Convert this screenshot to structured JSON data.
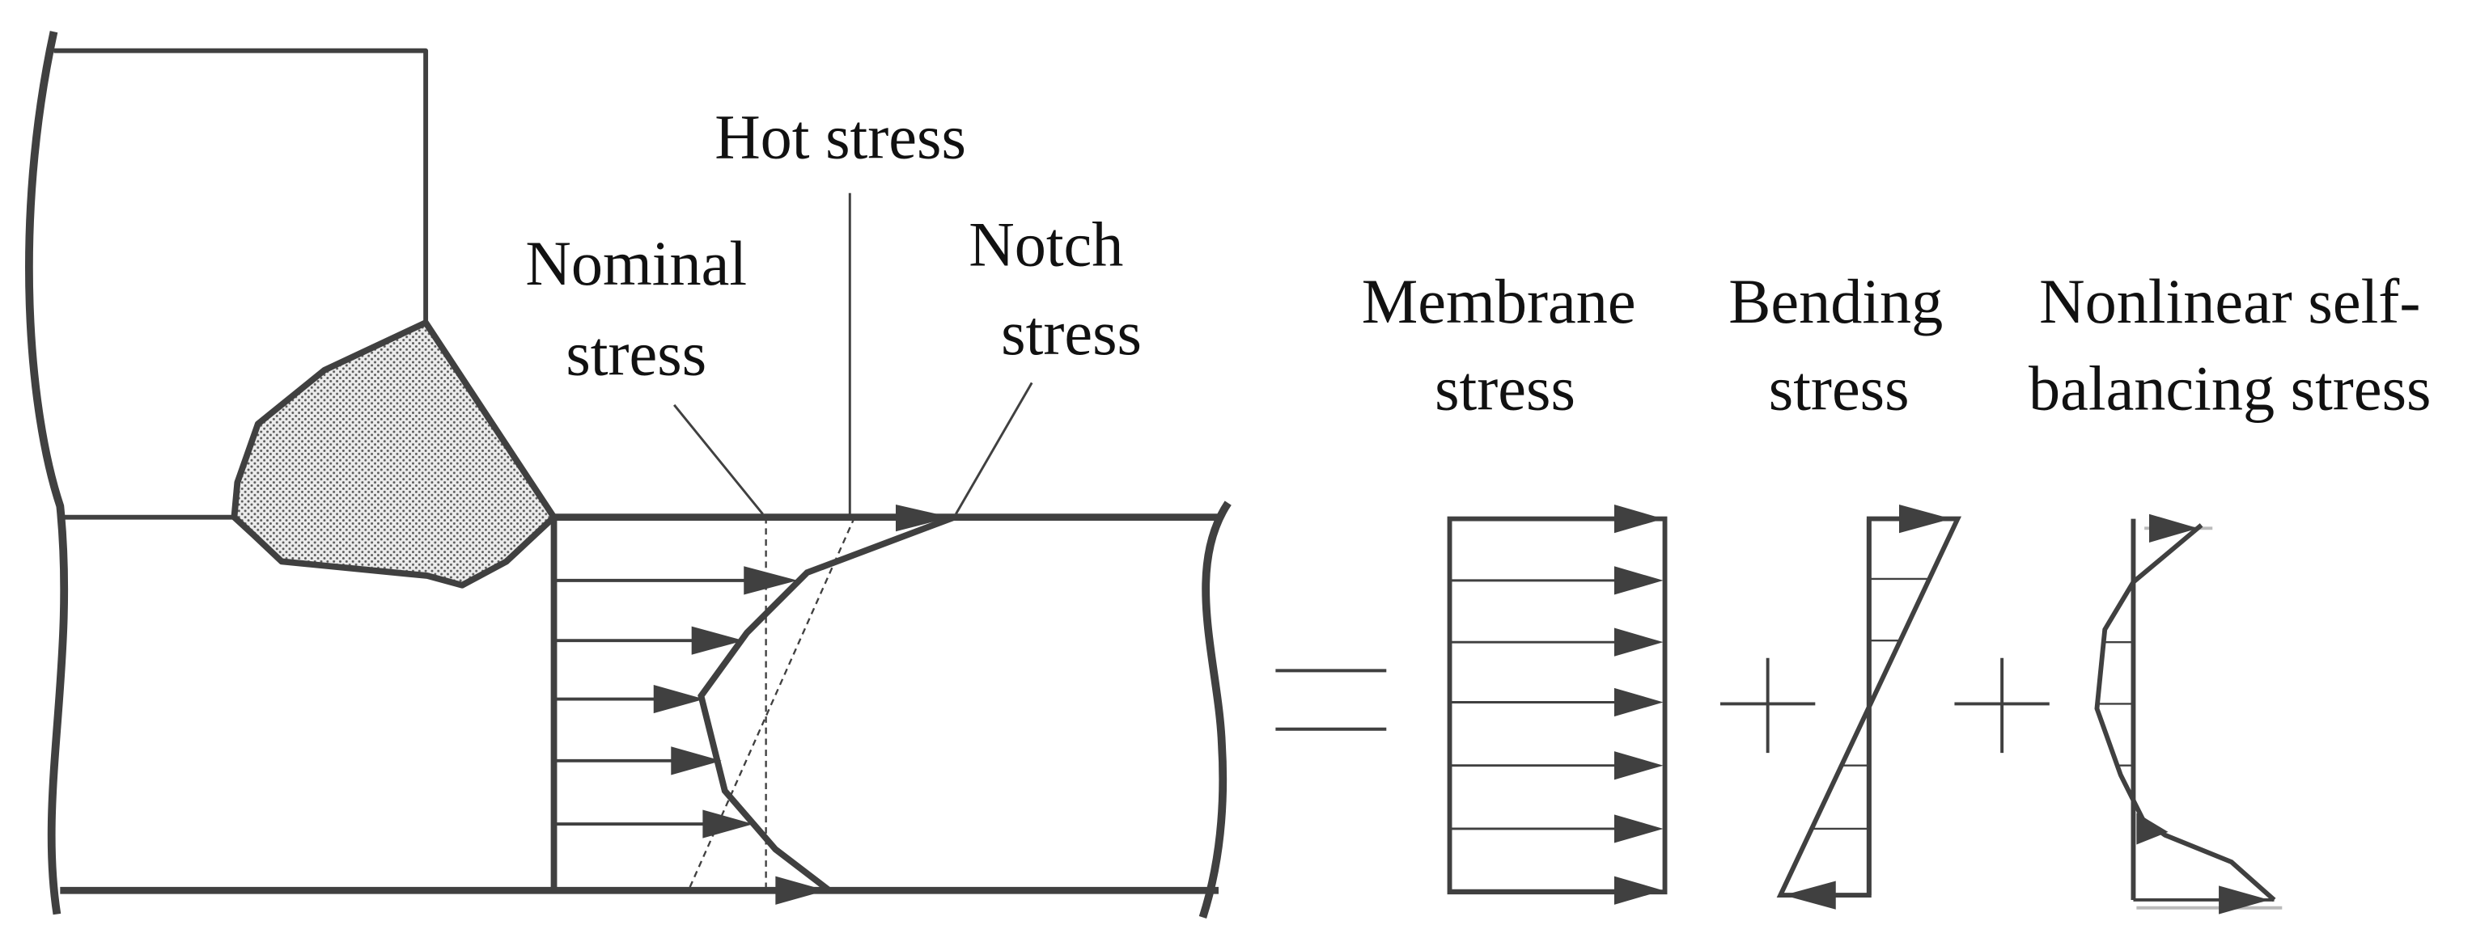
{
  "labels": {
    "hot_stress": "Hot stress",
    "nominal_line1": "Nominal",
    "nominal_line2": "stress",
    "notch_line1": "Notch",
    "notch_line2": "stress",
    "membrane_line1": "Membrane",
    "membrane_line2": "stress",
    "bending_line1": "Bending",
    "bending_line2": "stress",
    "nonlinear_line1": "Nonlinear self-",
    "nonlinear_line2": "balancing stress"
  },
  "colors": {
    "stroke": "#404040",
    "weld_fill": "#c8c8c8",
    "text": "#111111"
  }
}
